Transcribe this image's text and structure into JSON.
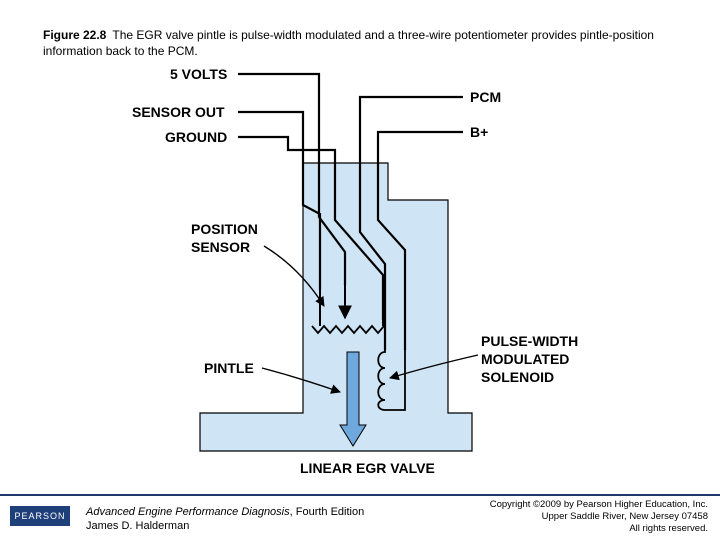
{
  "caption": {
    "figure_label": "Figure 22.8",
    "text": "The EGR valve pintle is pulse-width modulated and a three-wire potentiometer provides pintle-position information back to the PCM."
  },
  "diagram": {
    "labels": {
      "five_volts": "5 VOLTS",
      "sensor_out": "SENSOR OUT",
      "ground": "GROUND",
      "pcm": "PCM",
      "b_plus": "B+",
      "position_sensor_1": "POSITION",
      "position_sensor_2": "SENSOR",
      "pintle": "PINTLE",
      "pwm_1": "PULSE-WIDTH",
      "pwm_2": "MODULATED",
      "pwm_3": "SOLENOID",
      "valve": "LINEAR EGR VALVE"
    },
    "colors": {
      "body_fill": "#cfe4f5",
      "wire": "#000000",
      "arrow_fill": "#6fa8dc"
    }
  },
  "footer": {
    "logo": "PEARSON",
    "book_title": "Advanced Engine Performance Diagnosis",
    "book_edition": ", Fourth Edition",
    "author": "James D. Halderman",
    "copyright_1": "Copyright ©2009 by Pearson Higher Education, Inc.",
    "copyright_2": "Upper Saddle River, New Jersey 07458",
    "copyright_3": "All rights reserved."
  }
}
